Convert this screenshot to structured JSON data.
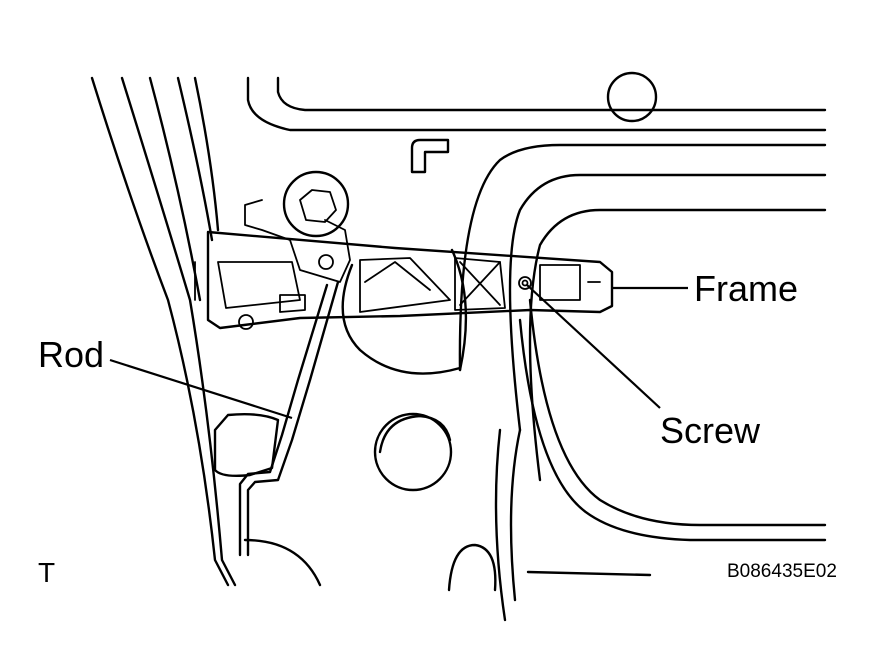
{
  "labels": {
    "frame": "Frame",
    "rod": "Rod",
    "screw": "Screw",
    "corner_mark": "T",
    "figure_code": "B086435E02"
  }
}
